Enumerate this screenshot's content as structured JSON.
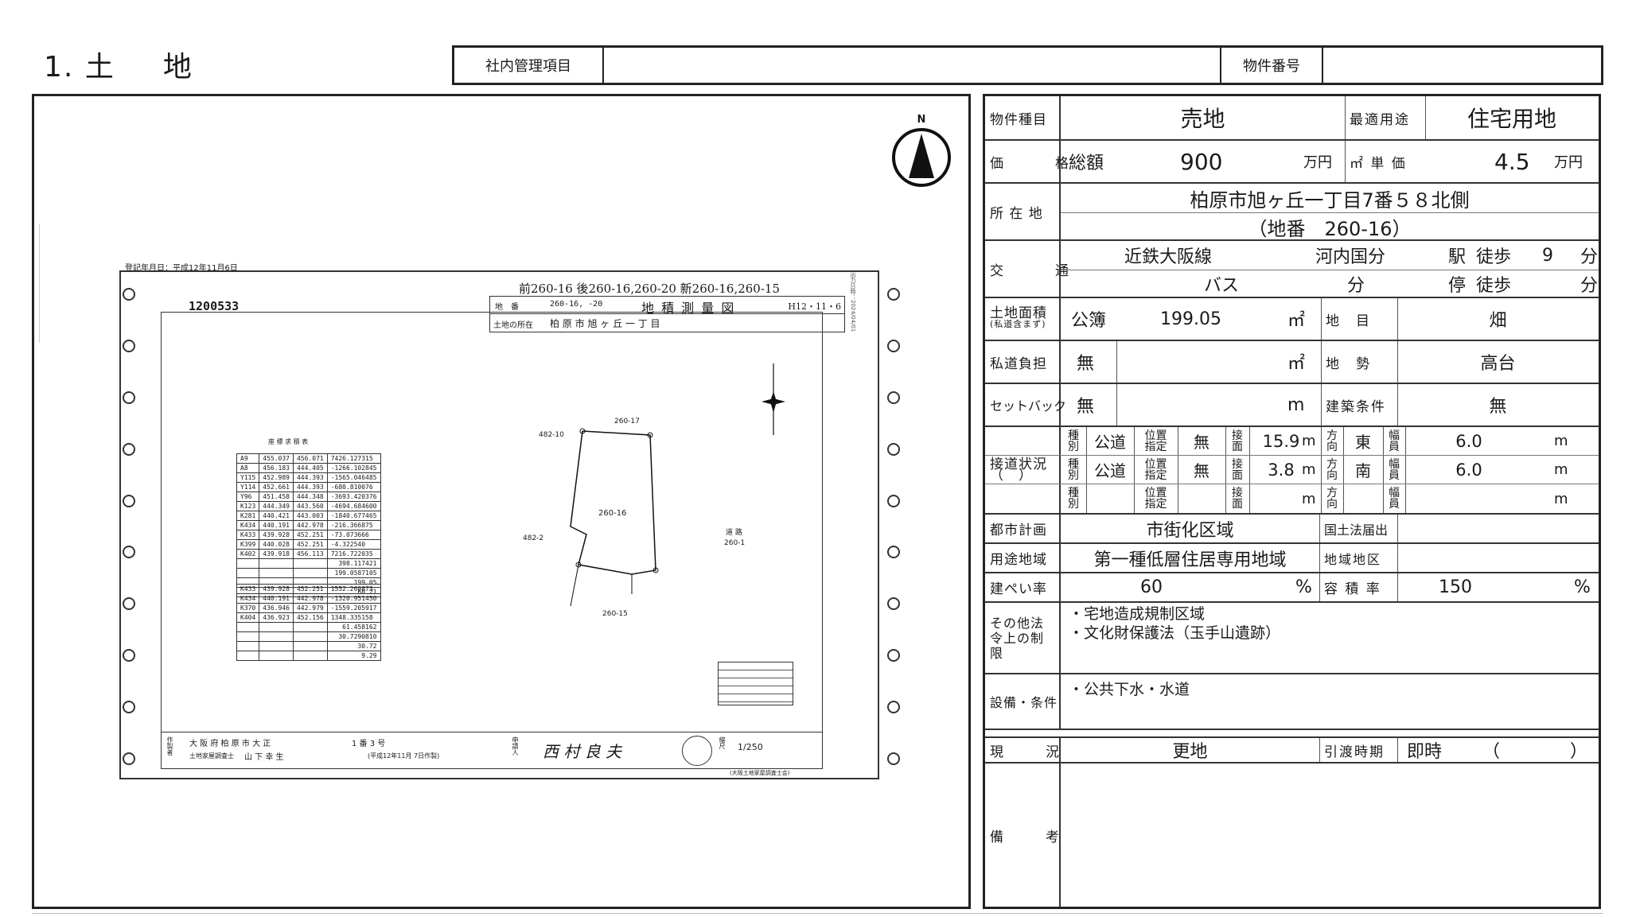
{
  "header": {
    "section_number": "1.",
    "section_title_1": "土",
    "section_title_2": "地",
    "internal_mgmt_label": "社内管理項目",
    "internal_mgmt_value": "",
    "property_no_label": "物件番号",
    "property_no_value": ""
  },
  "survey": {
    "reg_date": "登記年月日：平成12年11月6日",
    "doc_no": "1200533",
    "title": "地 積 測 量 図",
    "handwritten_note": "前260-16 後260-16,260-20 新260-16,260-15",
    "handwritten_date": "H12・11・6",
    "lot_label": "地　番",
    "lot_value": "260-16, -20",
    "location_label": "土地の所在",
    "location_value": "柏 原 市 旭 ヶ 丘 一 丁 目",
    "north": "N",
    "parcel_main": "260-16",
    "parcel_n": "260-17",
    "parcel_s": "260-15",
    "parcel_w1": "482-10",
    "parcel_w2": "482-2",
    "road_label": "道 路",
    "road_no": "260-1",
    "table_title": "座 標 求 積 表",
    "table1_rows": [
      [
        "A9",
        "455.037",
        "456.071",
        "7426.127315"
      ],
      [
        "A8",
        "456.183",
        "444.405",
        "-1266.102845"
      ],
      [
        "Y115",
        "452.989",
        "444.393",
        "-1565.046485"
      ],
      [
        "Y114",
        "452.661",
        "444.393",
        "-680.810076"
      ],
      [
        "Y96",
        "451.458",
        "444.348",
        "-3693.420376"
      ],
      [
        "K123",
        "444.349",
        "443.560",
        "-4694.684600"
      ],
      [
        "K281",
        "440.421",
        "443.003",
        "-1840.677465"
      ],
      [
        "K434",
        "440.191",
        "442.978",
        "-216.366875"
      ],
      [
        "K433",
        "439.928",
        "452.251",
        "-73.073666"
      ],
      [
        "K399",
        "440.028",
        "452.251",
        "-4.322540"
      ],
      [
        "K402",
        "439.918",
        "456.113",
        "7216.722035"
      ]
    ],
    "table1_sum1": "398.117421",
    "table1_sum2": "199.0587105",
    "table1_area": "199.05",
    "table1_tsubo": "60.21",
    "table2_rows": [
      [
        "K433",
        "439.928",
        "452.251",
        "1552.260873"
      ],
      [
        "K434",
        "440.191",
        "442.978",
        "-1320.951450"
      ],
      [
        "K370",
        "436.946",
        "442.979",
        "-1559.205917"
      ],
      [
        "K404",
        "436.923",
        "452.156",
        "1348.335158"
      ]
    ],
    "table2_sum1": "61.458162",
    "table2_sum2": "30.7290810",
    "table2_area": "30.72",
    "table2_tsubo": "9.29",
    "maker_label": "作製者",
    "maker_addr": "大 阪 府 柏 原 市 大 正",
    "maker_addr2": "1 番 3 号",
    "maker_title": "土地家屋調査士",
    "maker_name": "山 下 幸 生",
    "made_date": "(平成12年11月 7日作製)",
    "applicant_label": "申請人",
    "applicant_name": "西 村 良 夫",
    "scale_label": "縮尺",
    "scale_value": "1/250",
    "assoc": "(大阪土地家屋調査士会)",
    "side_stamp": "出力日時：2024/04/01"
  },
  "property": {
    "type_label": "物件種目",
    "type_value": "売地",
    "best_use_label": "最適用途",
    "best_use_value": "住宅用地",
    "price_label": "価　格",
    "price_total_label": "総額",
    "price_total": "900",
    "price_unit": "万円",
    "unit_price_label": "㎡ 単 価",
    "unit_price": "4.5",
    "unit_price_unit": "万円",
    "address_label": "所 在 地",
    "address_line1": "柏原市旭ヶ丘一丁目7番５８北側",
    "address_line2": "（地番　260-16）",
    "transport_label": "交　通",
    "line_name": "近鉄大阪線",
    "station": "河内国分",
    "station_label": "駅",
    "walk_label": "徒歩",
    "walk_min": "9",
    "min_unit": "分",
    "bus_label": "バス",
    "bus_min_unit": "分",
    "stop_label": "停",
    "walk2_label": "徒歩",
    "walk2_unit": "分",
    "land_area_label": "土地面積",
    "land_area_sub": "(私道含まず)",
    "land_area_kind": "公簿",
    "land_area_value": "199.05",
    "sqm": "㎡",
    "land_cat_label": "地　目",
    "land_cat_value": "畑",
    "private_road_label": "私道負担",
    "private_road_value": "無",
    "private_road_unit": "㎡",
    "terrain_label": "地　勢",
    "terrain_value": "高台",
    "setback_label": "セットバック",
    "setback_value": "無",
    "setback_unit": "m",
    "build_cond_label": "建築条件",
    "build_cond_value": "無",
    "access_label": "接道状況",
    "access_paren": "（　）",
    "kind_label": "種別",
    "designated_label": "位置指定",
    "frontage_label": "接面",
    "direction_label": "方向",
    "width_label": "幅員",
    "m": "m",
    "roads": [
      {
        "kind": "公道",
        "designated": "無",
        "frontage": "15.9",
        "direction": "東",
        "width": "6.0"
      },
      {
        "kind": "公道",
        "designated": "無",
        "frontage": "3.8",
        "direction": "南",
        "width": "6.0"
      },
      {
        "kind": "",
        "designated": "",
        "frontage": "",
        "direction": "",
        "width": ""
      }
    ],
    "city_plan_label": "都市計画",
    "city_plan_value": "市街化区域",
    "notice_label": "国土法届出",
    "notice_value": "",
    "zoning_label": "用途地域",
    "zoning_value": "第一種低層住居専用地域",
    "district_label": "地域地区",
    "district_value": "",
    "bcr_label": "建ぺい率",
    "bcr_value": "60",
    "pct": "%",
    "far_label": "容 積 率",
    "far_value": "150",
    "other_law_label": "その他法令上の制限",
    "other_law_1": "・宅地造成規制区域",
    "other_law_2": "・文化財保護法（玉手山遺跡）",
    "facility_label": "設備・条件",
    "facility_1": "・公共下水・水道",
    "status_label": "現　況",
    "status_value": "更地",
    "handover_label": "引渡時期",
    "handover_value": "即時",
    "handover_paren": "（　　　　）",
    "remarks_label": "備　考",
    "remarks_value": ""
  }
}
